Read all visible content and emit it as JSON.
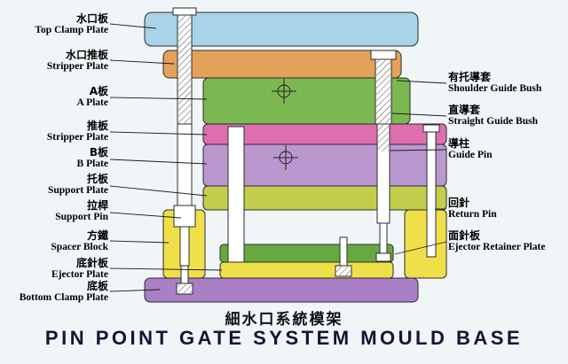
{
  "titles": {
    "zh": "細水口系統模架",
    "en": "PIN POINT GATE SYSTEM MOULD BASE"
  },
  "left_labels": [
    {
      "zh": "水口板",
      "en": "Top Clamp Plate"
    },
    {
      "zh": "水口推板",
      "en": "Stripper Plate"
    },
    {
      "zh": "A板",
      "en": "A Plate"
    },
    {
      "zh": "推板",
      "en": "Stripper Plate"
    },
    {
      "zh": "B板",
      "en": "B Plate"
    },
    {
      "zh": "托板",
      "en": "Support Plate"
    },
    {
      "zh": "拉桿",
      "en": "Support Pin"
    },
    {
      "zh": "方鐵",
      "en": "Spacer Block"
    },
    {
      "zh": "底針板",
      "en": "Ejector Plate"
    },
    {
      "zh": "底板",
      "en": "Bottom Clamp Plate"
    }
  ],
  "right_labels": [
    {
      "zh": "有托導套",
      "en": "Shoulder Guide Bush"
    },
    {
      "zh": "直導套",
      "en": "Straight Guide Bush"
    },
    {
      "zh": "導柱",
      "en": "Guide Pin"
    },
    {
      "zh": "回針",
      "en": "Return Pin"
    },
    {
      "zh": "面針板",
      "en": "Ejector Retainer Plate"
    }
  ],
  "colors": {
    "background": "#f0f5f7",
    "outline": "#2b2b2b",
    "top_clamp_plate": "#a9d3e8",
    "stripper_plate_upper": "#e4a159",
    "a_plate": "#7cb852",
    "stripper_plate_mid": "#dd6fae",
    "b_plate": "#bb97d0",
    "support_plate": "#c2ce4b",
    "spacer_block": "#efe04a",
    "ejector_retainer_plate": "#67a93f",
    "ejector_plate": "#efe04a",
    "bottom_clamp_plate": "#ab7fc6",
    "pin_fill": "#ffffff",
    "title": "#141433"
  }
}
